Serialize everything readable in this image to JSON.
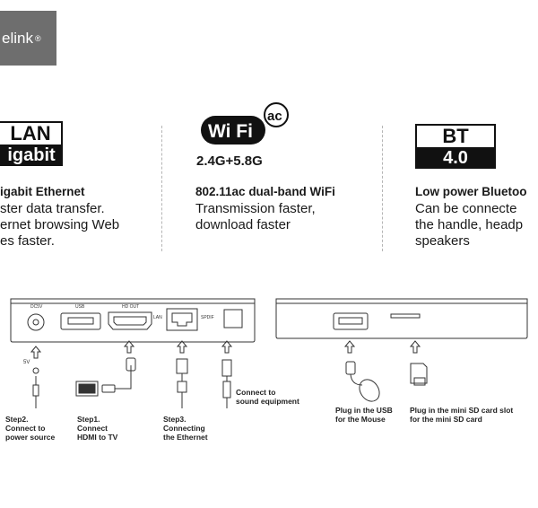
{
  "brand": {
    "logo_text": "elink",
    "reg_mark": "®"
  },
  "features": [
    {
      "badge_top": "LAN",
      "badge_bottom": "igabit",
      "title": "igabit Ethernet",
      "lines": [
        "ster data transfer.",
        "ernet browsing Web",
        "es faster."
      ]
    },
    {
      "wifi_label": "Wi Fi",
      "wifi_ac": "ac",
      "wifi_bands": "2.4G+5.8G",
      "title": "802.11ac dual-band WiFi",
      "lines": [
        "Transmission faster,",
        "download faster"
      ]
    },
    {
      "badge_top": "BT",
      "badge_bottom": "4.0",
      "title": "Low power Bluetoo",
      "lines": [
        "Can be connecte",
        "the handle, headp",
        "speakers"
      ]
    }
  ],
  "ports": {
    "dc": "DC5V",
    "usb": "USB",
    "hdmi": "HD OUT",
    "lan": "LAN",
    "spdif": "SPDIF",
    "power_label": "5V"
  },
  "steps": {
    "step2": [
      "Step2.",
      "Connect to",
      "power source"
    ],
    "step1": [
      "Step1.",
      "Connect",
      "HDMI to TV"
    ],
    "step3": [
      "Step3.",
      "Connecting",
      "the Ethernet"
    ],
    "sound": [
      "Connect to",
      "sound equipment"
    ],
    "mouse": [
      "Plug in the USB",
      "for the Mouse"
    ],
    "sdcard": [
      "Plug in the  mini SD card slot",
      "for the  mini SD card"
    ]
  }
}
